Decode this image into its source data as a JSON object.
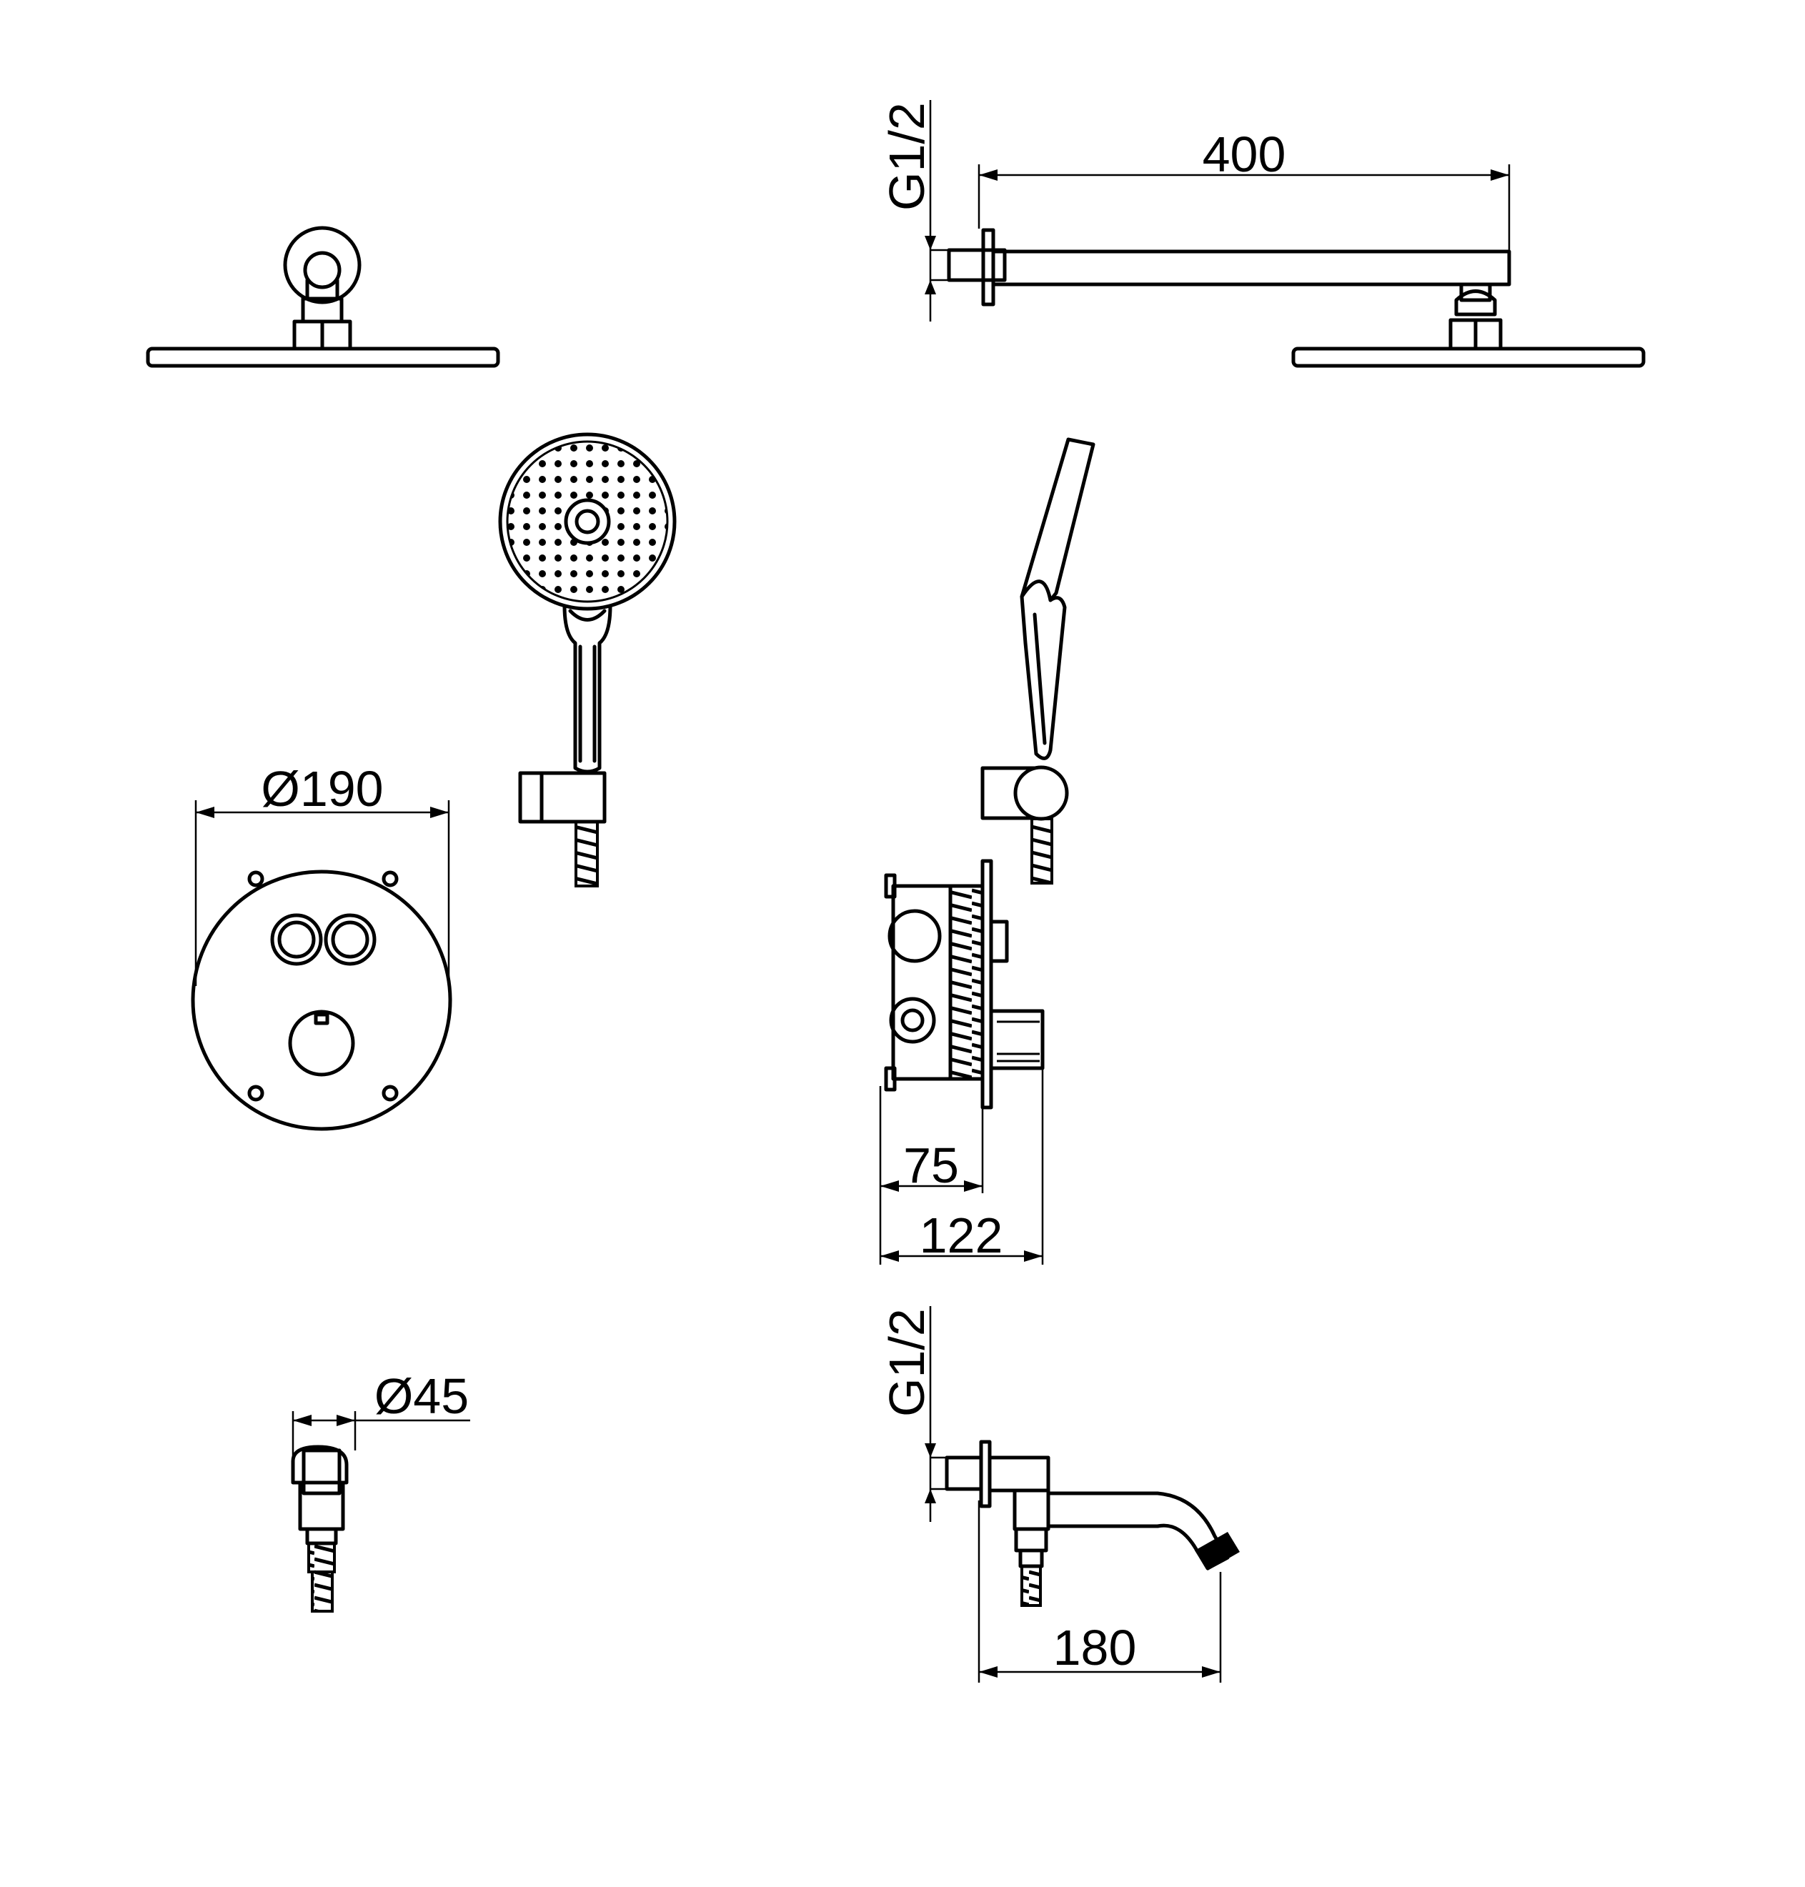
{
  "dimensions": {
    "arm_thread": "G1/2",
    "arm_length": "400",
    "panel_diameter": "Ø190",
    "box_depth": "75",
    "box_total_depth": "122",
    "elbow_diameter": "Ø45",
    "spout_thread": "G1/2",
    "spout_length": "180"
  }
}
